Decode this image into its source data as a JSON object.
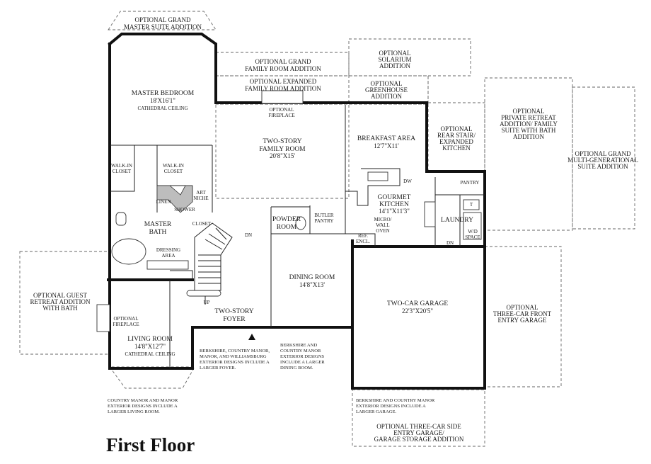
{
  "title": "First Floor",
  "rooms": {
    "master_bedroom": {
      "name": "MASTER BEDROOM",
      "dim": "18'X16'1\"",
      "note": "CATHEDRAL CEILING"
    },
    "walkin_closet_left": {
      "line1": "WALK-IN",
      "line2": "CLOSET"
    },
    "walkin_closet_right": {
      "line1": "WALK-IN",
      "line2": "CLOSET"
    },
    "linen": "LINEN",
    "shower": "SHOWER",
    "art_niche": {
      "line1": "ART",
      "line2": "NICHE"
    },
    "closet": "CLOSET",
    "master_bath": {
      "line1": "MASTER",
      "line2": "BATH"
    },
    "dressing_area": {
      "line1": "DRESSING",
      "line2": "AREA"
    },
    "family_room": {
      "line1": "TWO-STORY",
      "line2": "FAMILY ROOM",
      "dim": "20'8\"X15'"
    },
    "optional_fireplace_top": {
      "line1": "OPTIONAL",
      "line2": "FIREPLACE"
    },
    "powder_room": {
      "line1": "POWDER",
      "line2": "ROOM"
    },
    "butler_pantry": {
      "line1": "BUTLER",
      "line2": "PANTRY"
    },
    "breakfast_area": {
      "name": "BREAKFAST AREA",
      "dim": "12'7\"X11'"
    },
    "gourmet_kitchen": {
      "line1": "GOURMET",
      "line2": "KITCHEN",
      "dim": "14'1\"X11'3\""
    },
    "dw": "DW",
    "micro_wall_oven": {
      "line1": "MICRO/",
      "line2": "WALL",
      "line3": "OVEN"
    },
    "ref_encl": {
      "line1": "REF.",
      "line2": "ENCL."
    },
    "pantry": "PANTRY",
    "laundry": "LAUNDRY",
    "t_mark": "T",
    "wd_space": {
      "line1": "W/D",
      "line2": "SPACE"
    },
    "dining_room": {
      "name": "DINING ROOM",
      "dim": "14'8\"X13'"
    },
    "garage": {
      "name": "TWO-CAR GARAGE",
      "dim": "22'3\"X20'5\""
    },
    "foyer": {
      "line1": "TWO-STORY",
      "line2": "FOYER"
    },
    "living_room": {
      "name": "LIVING ROOM",
      "dim": "14'8\"X12'7\"",
      "note": "CATHEDRAL CEILING"
    },
    "optional_fireplace_left": {
      "line1": "OPTIONAL",
      "line2": "FIREPLACE"
    },
    "dn_stair": "DN",
    "dn_garage": "DN",
    "up": "UP"
  },
  "optional": {
    "grand_master": {
      "line1": "OPTIONAL GRAND",
      "line2": "MASTER SUITE ADDITION"
    },
    "grand_family": {
      "line1": "OPTIONAL GRAND",
      "line2": "FAMILY ROOM ADDITION"
    },
    "expanded_family": {
      "line1": "OPTIONAL EXPANDED",
      "line2": "FAMILY ROOM ADDITION"
    },
    "solarium": {
      "line1": "OPTIONAL",
      "line2": "SOLARIUM",
      "line3": "ADDITION"
    },
    "greenhouse": {
      "line1": "OPTIONAL",
      "line2": "GREENHOUSE",
      "line3": "ADDITION"
    },
    "rear_stair": {
      "line1": "OPTIONAL",
      "line2": "REAR STAIR/",
      "line3": "EXPANDED",
      "line4": "KITCHEN"
    },
    "private_retreat": {
      "line1": "OPTIONAL",
      "line2": "PRIVATE RETREAT",
      "line3": "ADDITION/ FAMILY",
      "line4": "SUITE WITH BATH",
      "line5": "ADDITION"
    },
    "multigen": {
      "line1": "OPTIONAL GRAND",
      "line2": "MULTI-GENERATIONAL",
      "line3": "SUITE ADDITION"
    },
    "guest_retreat": {
      "line1": "OPTIONAL GUEST",
      "line2": "RETREAT ADDITION",
      "line3": "WITH BATH"
    },
    "three_car_front": {
      "line1": "OPTIONAL",
      "line2": "THREE-CAR FRONT",
      "line3": "ENTRY GARAGE"
    },
    "three_car_side": {
      "line1": "OPTIONAL THREE-CAR SIDE",
      "line2": "ENTRY GARAGE/",
      "line3": "GARAGE STORAGE ADDITION"
    }
  },
  "notes": {
    "foyer": {
      "line1": "BERKSHIRE, COUNTRY MANOR,",
      "line2": "MANOR, AND WILLIAMSBURG",
      "line3": "EXTERIOR DESIGNS INCLUDE A",
      "line4": "LARGER FOYER."
    },
    "dining": {
      "line1": "BERKSHIRE AND",
      "line2": "COUNTRY MANOR",
      "line3": "EXTERIOR DESIGNS",
      "line4": "INCLUDE A LARGER",
      "line5": "DINING ROOM."
    },
    "living": {
      "line1": "COUNTRY MANOR AND MANOR",
      "line2": "EXTERIOR DESIGNS INCLUDE A",
      "line3": "LARGER LIVING ROOM."
    },
    "garage": {
      "line1": "BERKSHIRE AND COUNTRY MANOR",
      "line2": "EXTERIOR DESIGNS INCLUDE A",
      "line3": "LARGER GARAGE."
    }
  }
}
